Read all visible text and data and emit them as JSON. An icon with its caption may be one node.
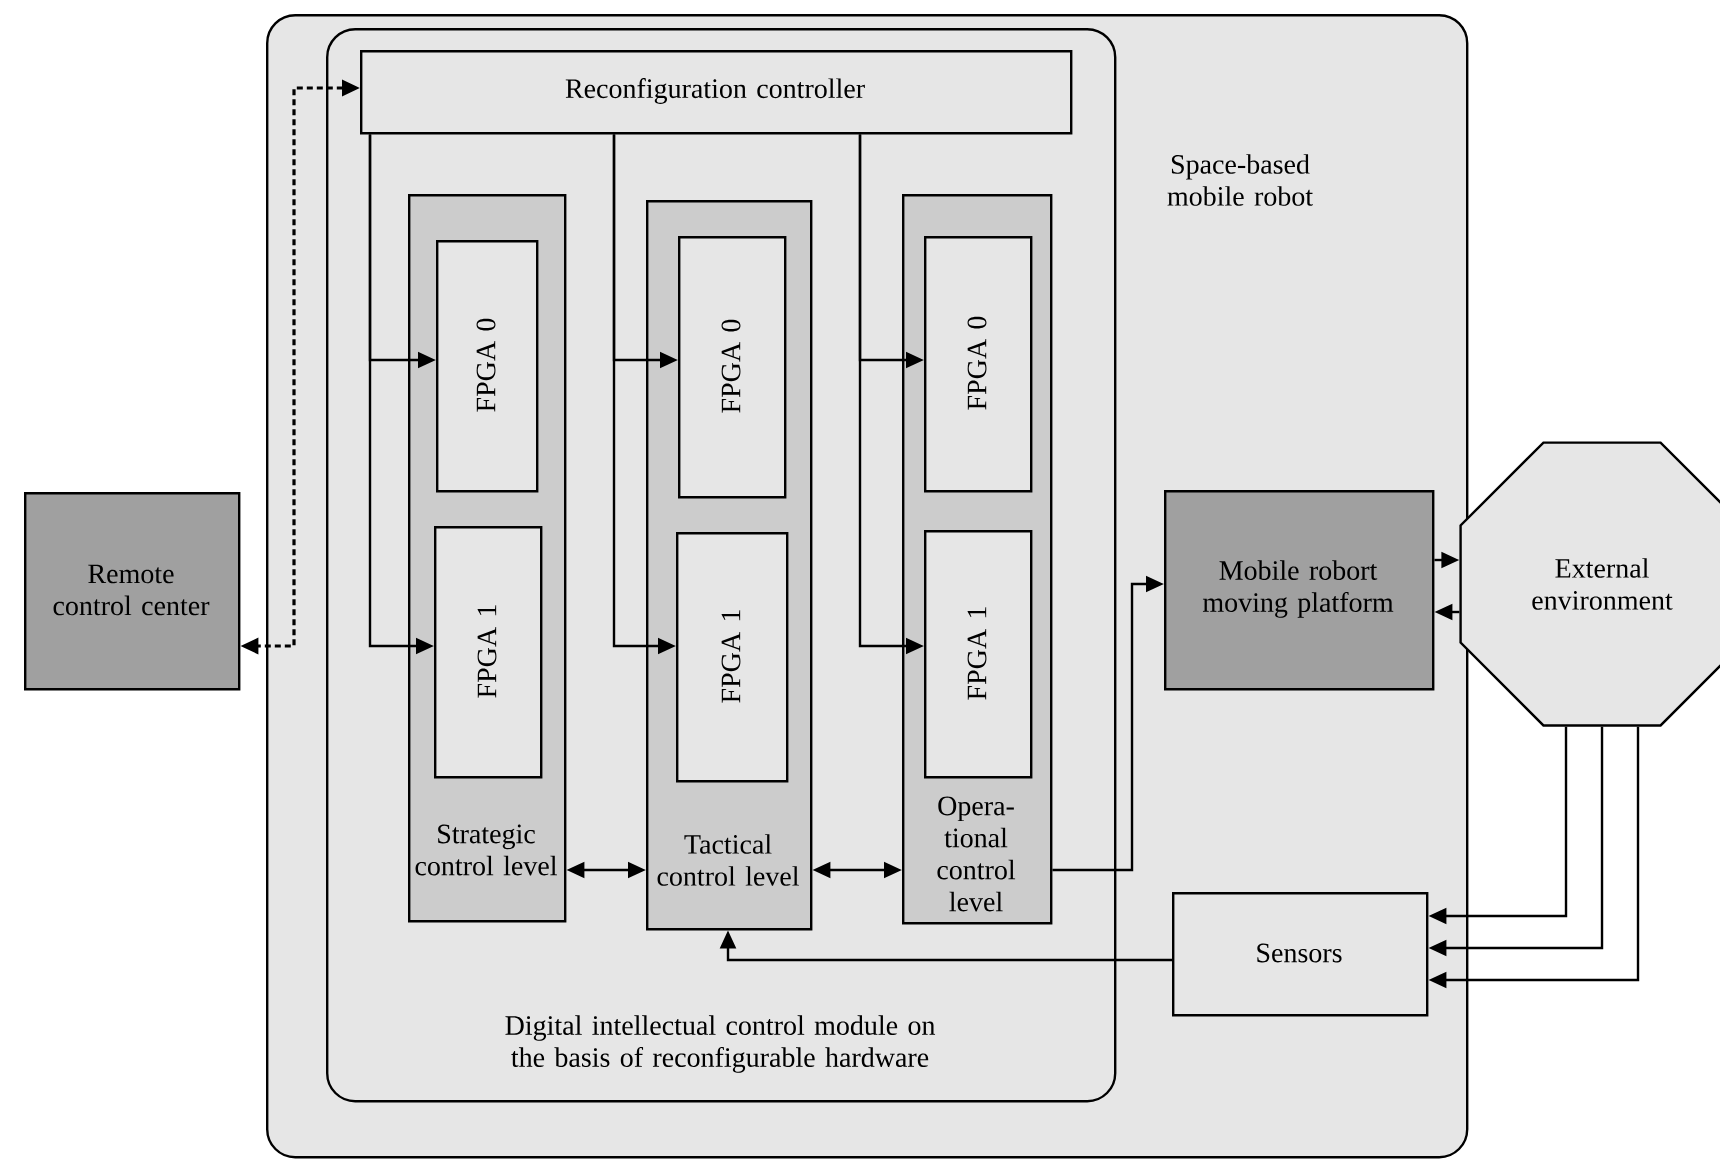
{
  "diagram": {
    "nodes": [
      {
        "text": [
          "Space-based mobile robot"
        ]
      },
      {
        "text": [
          "Digital intellectual control module on the basis of reconfigurable hardware"
        ],
        "in": 0
      },
      {
        "text": [
          "Reconfiguration controller"
        ],
        "in": 1
      },
      {
        "text": [
          "Strategic control level"
        ],
        "in": 1
      },
      {
        "text": [
          "FPGA 0"
        ],
        "in": 3
      },
      {
        "text": [
          "FPGA 1"
        ],
        "in": 3
      },
      {
        "text": [
          "Tactical control level"
        ],
        "in": 1
      },
      {
        "text": [
          "FPGA 0"
        ],
        "in": 6
      },
      {
        "text": [
          "FPGA 1"
        ],
        "in": 6
      },
      {
        "text": [
          "Opera-tional control level"
        ],
        "in": 1
      },
      {
        "text": [
          "FPGA 0"
        ],
        "in": 9
      },
      {
        "text": [
          "FPGA 1"
        ],
        "in": 9
      },
      {
        "text": [
          "Remote control center"
        ]
      },
      {
        "text": [
          "Mobile robort moving platform"
        ],
        "in": 0
      },
      {
        "text": [
          "Sensors"
        ],
        "in": 0
      },
      {
        "text": [
          "External environment"
        ]
      }
    ],
    "edges": [
      {
        "from": 2,
        "to": 12,
        "arrow": "both",
        "style": "dashed"
      },
      {
        "from": 2,
        "to": 4,
        "arrow": "to"
      },
      {
        "from": 2,
        "to": 5,
        "arrow": "to"
      },
      {
        "from": 2,
        "to": 7,
        "arrow": "to"
      },
      {
        "from": 2,
        "to": 8,
        "arrow": "to"
      },
      {
        "from": 2,
        "to": 10,
        "arrow": "to"
      },
      {
        "from": 2,
        "to": 11,
        "arrow": "to"
      },
      {
        "from": 3,
        "to": 6,
        "arrow": "both"
      },
      {
        "from": 6,
        "to": 9,
        "arrow": "both"
      },
      {
        "from": 9,
        "to": 13,
        "arrow": "to"
      },
      {
        "from": 14,
        "to": 6,
        "arrow": "to"
      },
      {
        "from": 13,
        "to": 15,
        "arrow": "to"
      },
      {
        "from": 15,
        "to": 13,
        "arrow": "to"
      },
      {
        "from": 15,
        "to": 14,
        "arrow": "to"
      },
      {
        "from": 15,
        "to": 14,
        "arrow": "to"
      },
      {
        "from": 15,
        "to": 14,
        "arrow": "to"
      }
    ]
  }
}
